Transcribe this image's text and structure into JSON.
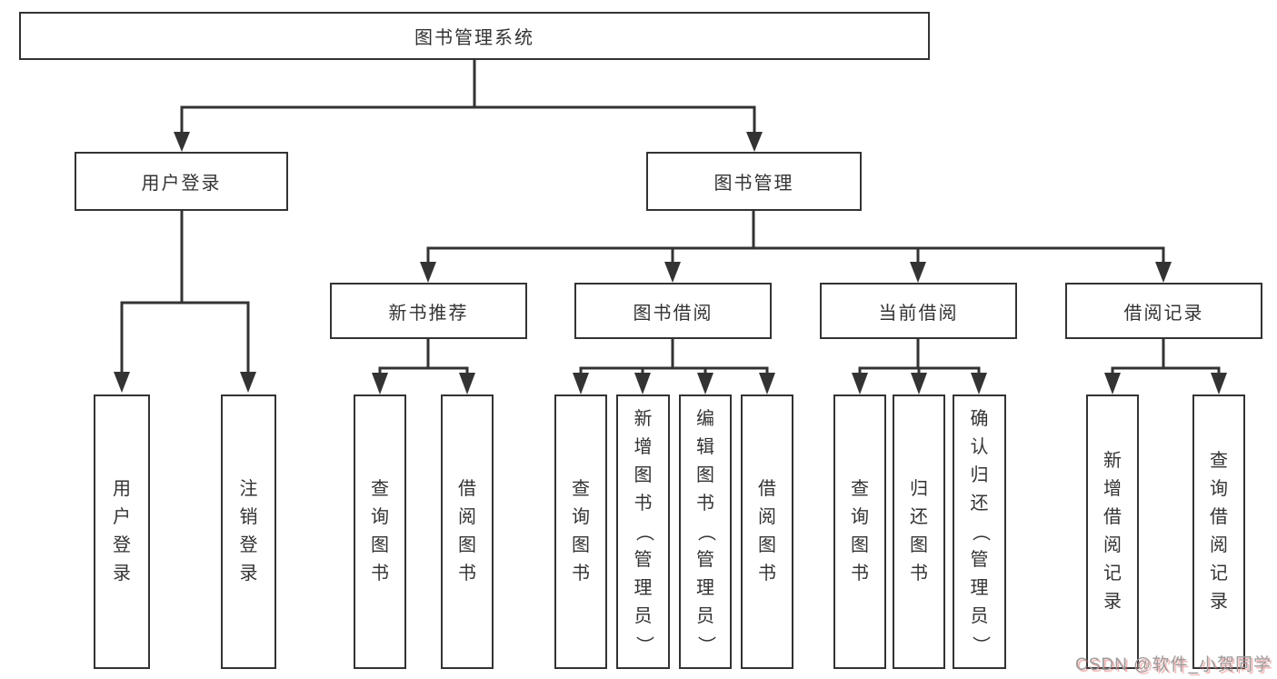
{
  "diagram": {
    "watermark": "CSDN @软件_小贺同学",
    "colors": {
      "line": "#333333",
      "box_fill": "#ffffff",
      "text": "#333333",
      "watermark_gray": "#9c9c9c",
      "watermark_red": "#e06666"
    },
    "tree": {
      "root": "图书管理系统",
      "branches": [
        {
          "label": "用户登录",
          "children": [
            {
              "label": "用户登录"
            },
            {
              "label": "注销登录"
            }
          ]
        },
        {
          "label": "图书管理",
          "children": [
            {
              "label": "新书推荐",
              "children": [
                {
                  "label": "查询图书"
                },
                {
                  "label": "借阅图书"
                }
              ]
            },
            {
              "label": "图书借阅",
              "children": [
                {
                  "label": "查询图书"
                },
                {
                  "label": "新增图书（管理员）"
                },
                {
                  "label": "编辑图书（管理员）"
                },
                {
                  "label": "借阅图书"
                }
              ]
            },
            {
              "label": "当前借阅",
              "children": [
                {
                  "label": "查询图书"
                },
                {
                  "label": "归还图书"
                },
                {
                  "label": "确认归还（管理员）"
                }
              ]
            },
            {
              "label": "借阅记录",
              "children": [
                {
                  "label": "新增借阅记录"
                },
                {
                  "label": "查询借阅记录"
                }
              ]
            }
          ]
        }
      ]
    }
  }
}
